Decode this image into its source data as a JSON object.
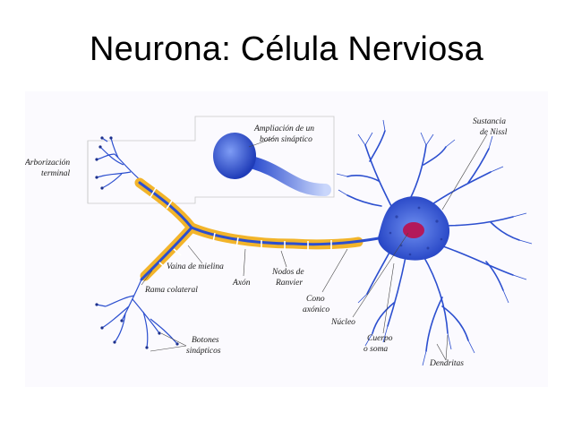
{
  "slide": {
    "title": "Neurona: Célula Nerviosa"
  },
  "labels": {
    "arborizacion_1": "Arborización",
    "arborizacion_2": "terminal",
    "ampliacion_1": "Ampliación de un",
    "ampliacion_2": "botón sináptico",
    "sustancia_1": "Sustancia",
    "sustancia_2": "de Nissl",
    "vaina": "Vaina de mielina",
    "axon": "Axón",
    "nodos_1": "Nodos de",
    "nodos_2": "Ranvier",
    "rama": "Rama colateral",
    "cono_1": "Cono",
    "cono_2": "axónico",
    "nucleo": "Núcleo",
    "cuerpo_1": "Cuerpo",
    "cuerpo_2": "o soma",
    "botones_1": "Botones",
    "botones_2": "sinápticos",
    "dendritas": "Dendritas"
  },
  "colors": {
    "neuron": "#2c4fcf",
    "neuron_light": "#5a7de8",
    "myelin": "#f2b42a",
    "nucleus": "#b3195a",
    "leader": "#444444"
  }
}
